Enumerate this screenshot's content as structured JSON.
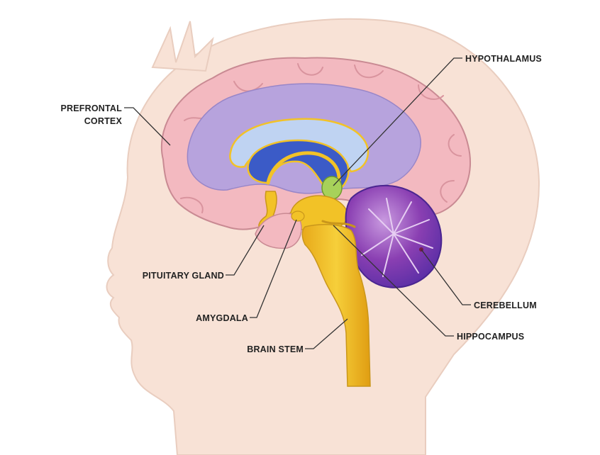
{
  "labels": {
    "prefrontal_line1": "PREFRONTAL",
    "prefrontal_line2": "CORTEX",
    "hypothalamus": "HYPOTHALAMUS",
    "pituitary_gland": "PITUITARY GLAND",
    "amygdala": "AMYGDALA",
    "brain_stem": "BRAIN STEM",
    "cerebellum": "CEREBELLUM",
    "hippocampus": "HIPPOCAMPUS"
  },
  "colors": {
    "skin": "#f8e2d6",
    "skin_outline": "#e9cdbf",
    "cortex": "#f3b9c0",
    "cortex_outline": "#c98a93",
    "inner_purple": "#b7a3dd",
    "corpus_light": "#bfd3f2",
    "ventricle_blue": "#3b5bc7",
    "structure_gold": "#f2c227",
    "hypothalamus_green": "#a7d15a",
    "cerebellum_purple": "#8a3fb2",
    "cerebellum_dark": "#5b2fa6"
  }
}
